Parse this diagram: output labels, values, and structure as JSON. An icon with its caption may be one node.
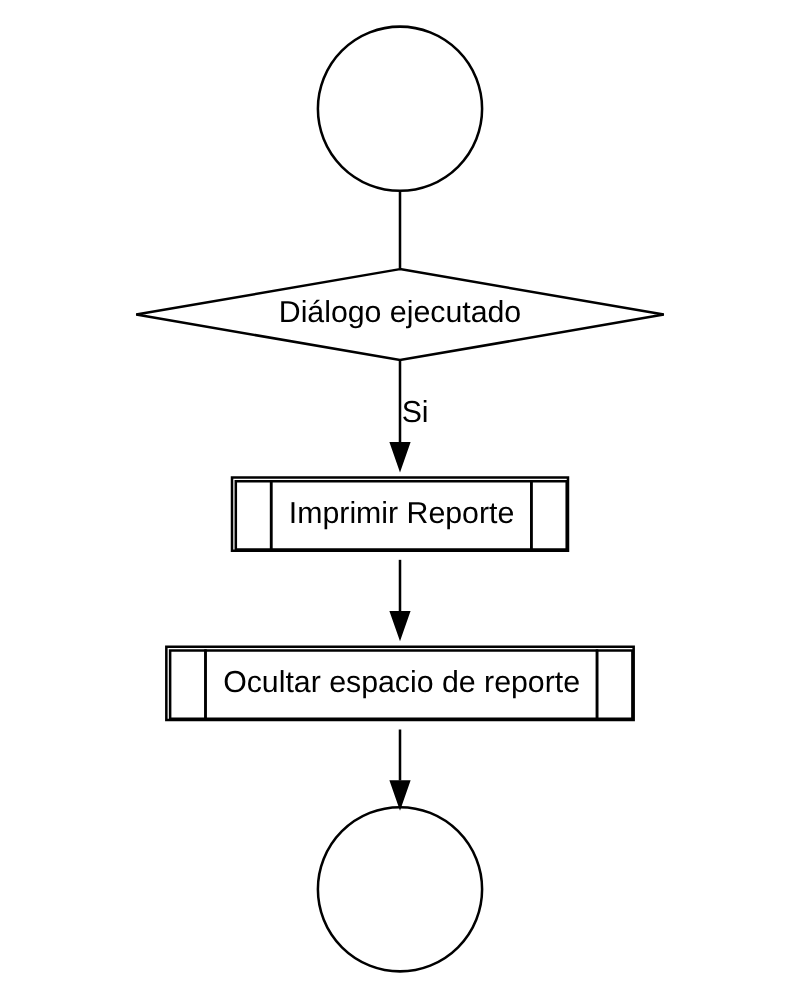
{
  "diagram": {
    "nodes": [
      {
        "text": [],
        "shape": "circle"
      },
      {
        "text": [
          "Diálogo ejecutado"
        ]
      },
      {
        "text": [
          "Imprimir Reporte"
        ]
      },
      {
        "text": [
          "Ocultar espacio de reporte"
        ]
      },
      {
        "text": [],
        "shape": "circle"
      }
    ],
    "edges": [
      {
        "from": 0,
        "to": 1,
        "arrow": "none"
      },
      {
        "from": 1,
        "to": 2,
        "arrow": "to",
        "label": "Si"
      },
      {
        "from": 2,
        "to": 3,
        "arrow": "to"
      },
      {
        "from": 3,
        "to": 4,
        "arrow": "to"
      }
    ]
  }
}
